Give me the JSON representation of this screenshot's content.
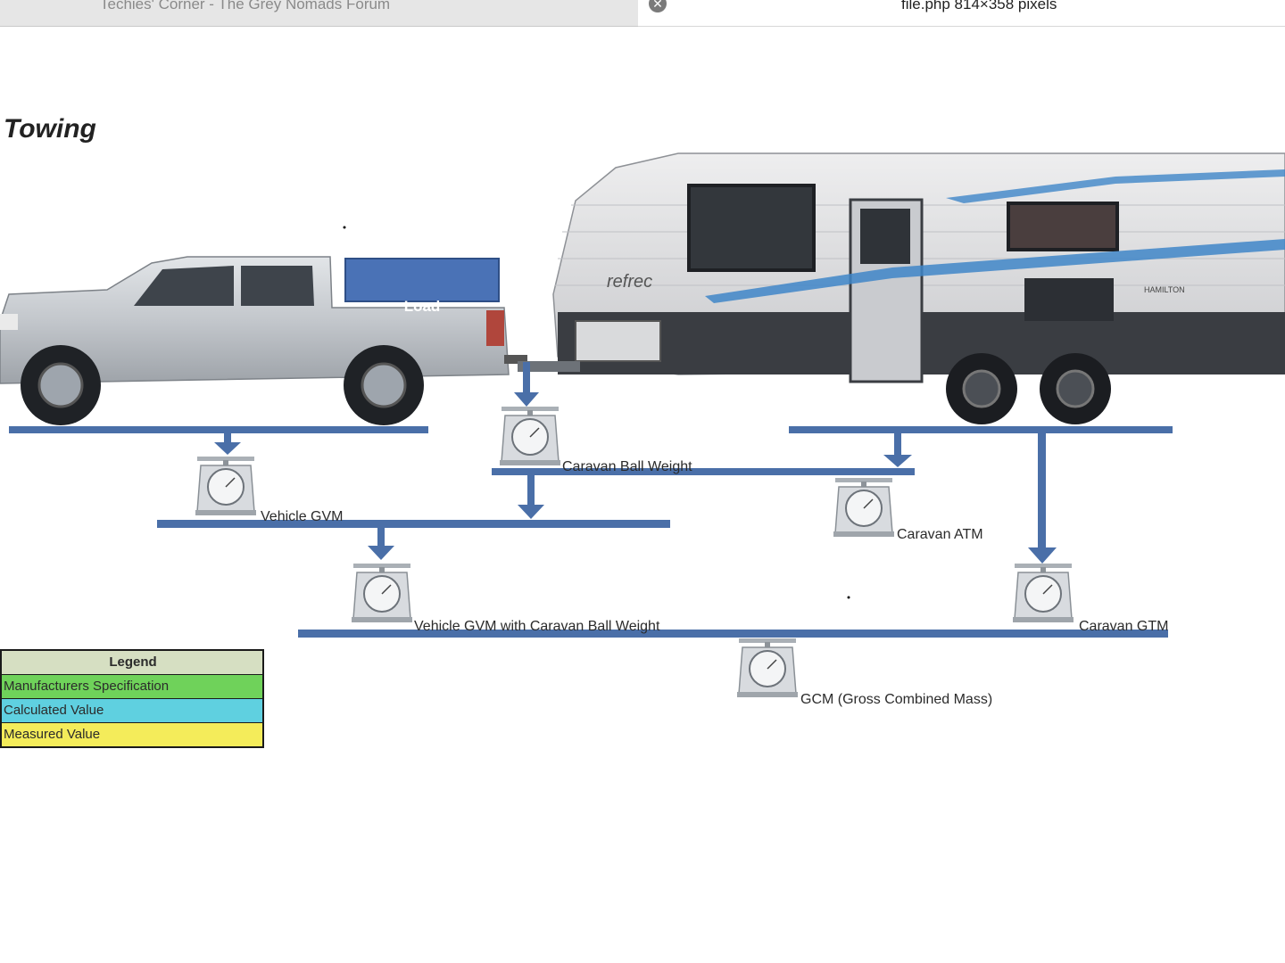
{
  "browser": {
    "tabs": [
      {
        "title": "Techies' Corner - The Grey Nomads Forum",
        "active": false
      },
      {
        "title": "file.php 814×358 pixels",
        "active": true
      }
    ],
    "close_icon": "close-icon"
  },
  "diagram": {
    "title": "Towing",
    "load_label": "Load",
    "labels": {
      "caravan_ball_weight": "Caravan Ball Weight",
      "vehicle_gvm": "Vehicle GVM",
      "caravan_atm": "Caravan ATM",
      "vehicle_gvm_with_ball": "Vehicle GVM with Caravan Ball Weight",
      "caravan_gtm": "Caravan GTM",
      "gcm": "GCM (Gross Combined Mass)"
    },
    "legend": {
      "title": "Legend",
      "items": [
        {
          "label": "Manufacturers Specification",
          "color": "#6fd25a"
        },
        {
          "label": "Calculated Value",
          "color": "#5fd0e0"
        },
        {
          "label": "Measured Value",
          "color": "#f4ec5a"
        }
      ]
    },
    "colors": {
      "bar": "#4a6fa8",
      "load_box": "#4a72b6",
      "ute_body": "#c7cbd0",
      "caravan_body": "#d9dadc",
      "caravan_skirt": "#3a3d42",
      "scale": "#cfd2d6"
    }
  }
}
